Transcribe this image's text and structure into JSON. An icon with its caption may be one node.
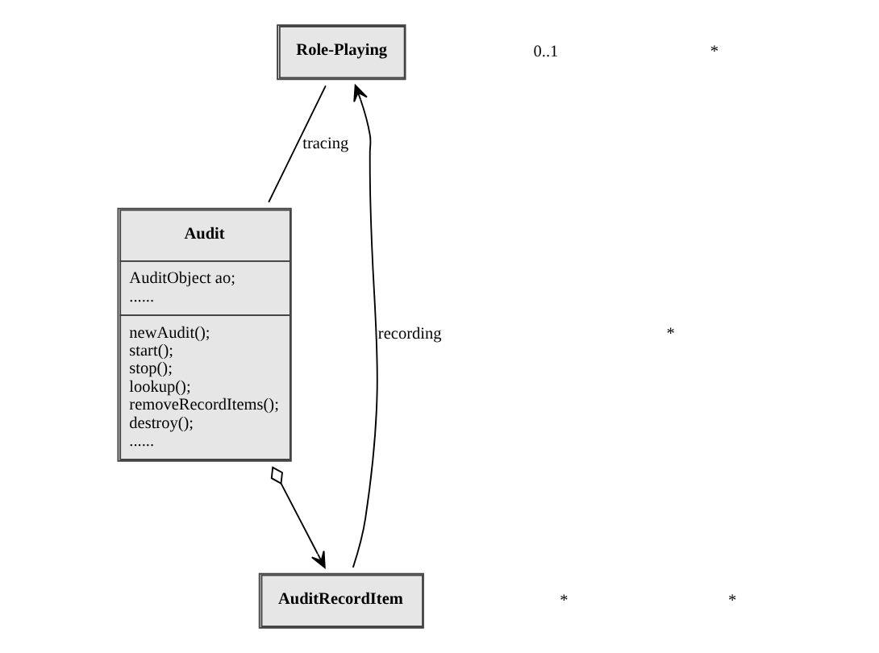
{
  "diagram": {
    "nodes": [
      {
        "text": [
          "Role-Playing"
        ]
      },
      {
        "text": [
          "Audit",
          "AuditObject ao; ......",
          "newAudit(); start(); stop(); lookup(); removeRecordItems(); destroy(); ......"
        ]
      },
      {
        "text": [
          "AuditRecordItem"
        ]
      }
    ],
    "edges": [
      {
        "from": 0,
        "to": 1,
        "arrow": "none",
        "label": "tracing"
      },
      {
        "from": 1,
        "to": 2,
        "arrow": "to"
      },
      {
        "from": 2,
        "to": 0,
        "arrow": "to",
        "label": "recording"
      }
    ],
    "labels": [
      "0..1",
      "*",
      "*",
      "*",
      "*"
    ]
  }
}
